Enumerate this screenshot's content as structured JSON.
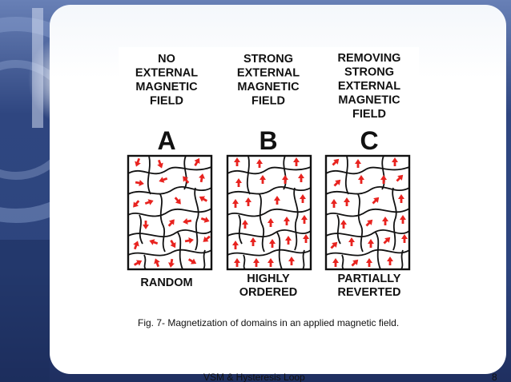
{
  "figure": {
    "panels": [
      {
        "heading": [
          "NO",
          "EXTERNAL",
          "MAGNETIC",
          "FIELD"
        ],
        "letter": "A",
        "footer": [
          "RANDOM"
        ]
      },
      {
        "heading": [
          "STRONG",
          "EXTERNAL",
          "MAGNETIC",
          "FIELD"
        ],
        "letter": "B",
        "footer": [
          "HIGHLY",
          "ORDERED"
        ]
      },
      {
        "heading": [
          "REMOVING",
          "STRONG",
          "EXTERNAL",
          "MAGNETIC",
          "FIELD"
        ],
        "letter": "C",
        "footer": [
          "PARTIALLY",
          "REVERTED"
        ]
      }
    ]
  },
  "caption": "Fig. 7- Magnetization of domains in an applied magnetic field.",
  "footer": {
    "title": "VSM & Hysteresis Loop",
    "page_number": "8"
  },
  "colors": {
    "arrow": "#e8231f",
    "background_blue": "#3a5592"
  }
}
